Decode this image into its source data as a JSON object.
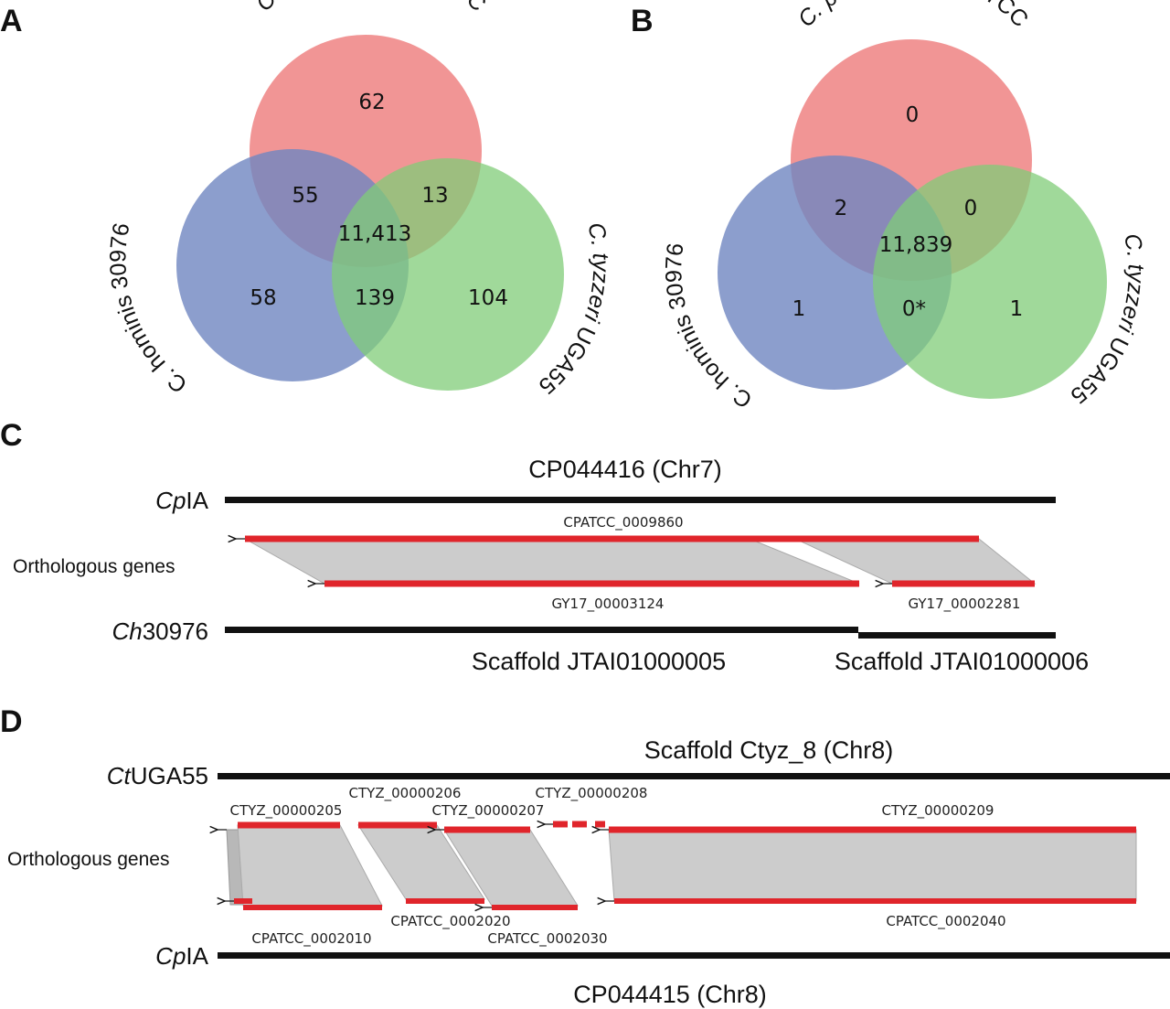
{
  "panels": {
    "A": {
      "letter": "A",
      "circles": {
        "top": {
          "label_pre": "C. parvum",
          "label_post": " IOWA-ATCC",
          "color": "#f08a8a"
        },
        "left": {
          "label_pre": "C. hominis",
          "label_post": " 30976",
          "color": "#7b90c6"
        },
        "right": {
          "label_pre": "C. tyzzeri",
          "label_post": " UGA55",
          "color": "#8fd38a"
        }
      },
      "counts": {
        "top_only": "62",
        "left_only": "58",
        "right_only": "104",
        "top_left": "55",
        "top_right": "13",
        "left_right": "139",
        "all": "11,413"
      }
    },
    "B": {
      "letter": "B",
      "counts": {
        "top_only": "0",
        "left_only": "1",
        "right_only": "1",
        "top_left": "2",
        "top_right": "0",
        "left_right": "0*",
        "all": "11,839"
      }
    },
    "C": {
      "letter": "C",
      "top_title": "CP044416 (Chr7)",
      "top_genome_italic": "Cp",
      "top_genome_rest": "IA",
      "row_label": "Orthologous genes",
      "bottom_genome_italic": "Ch",
      "bottom_genome_rest": "30976",
      "scaffold_left": "Scaffold JTAI01000005",
      "scaffold_right": "Scaffold JTAI01000006",
      "genes": {
        "top": "CPATCC_0009860",
        "bottom_a": "GY17_00003124",
        "bottom_b": "GY17_00002281"
      }
    },
    "D": {
      "letter": "D",
      "top_title": "Scaffold Ctyz_8 (Chr8)",
      "top_genome_italic": "Ct",
      "top_genome_rest": "UGA55",
      "row_label": "Orthologous genes",
      "bottom_genome_italic": "Cp",
      "bottom_genome_rest": "IA",
      "bottom_title": "CP044415 (Chr8)",
      "genes_top": [
        "CTYZ_00000205",
        "CTYZ_00000206",
        "CTYZ_00000207",
        "CTYZ_00000208",
        "CTYZ_00000209"
      ],
      "genes_bottom": [
        "CPATCC_0002010",
        "CPATCC_0002020",
        "CPATCC_0002030",
        "CPATCC_0002040"
      ]
    }
  },
  "colors": {
    "gene": "#e0252b",
    "chromosome": "#111111",
    "synteny": "#cccccc"
  }
}
